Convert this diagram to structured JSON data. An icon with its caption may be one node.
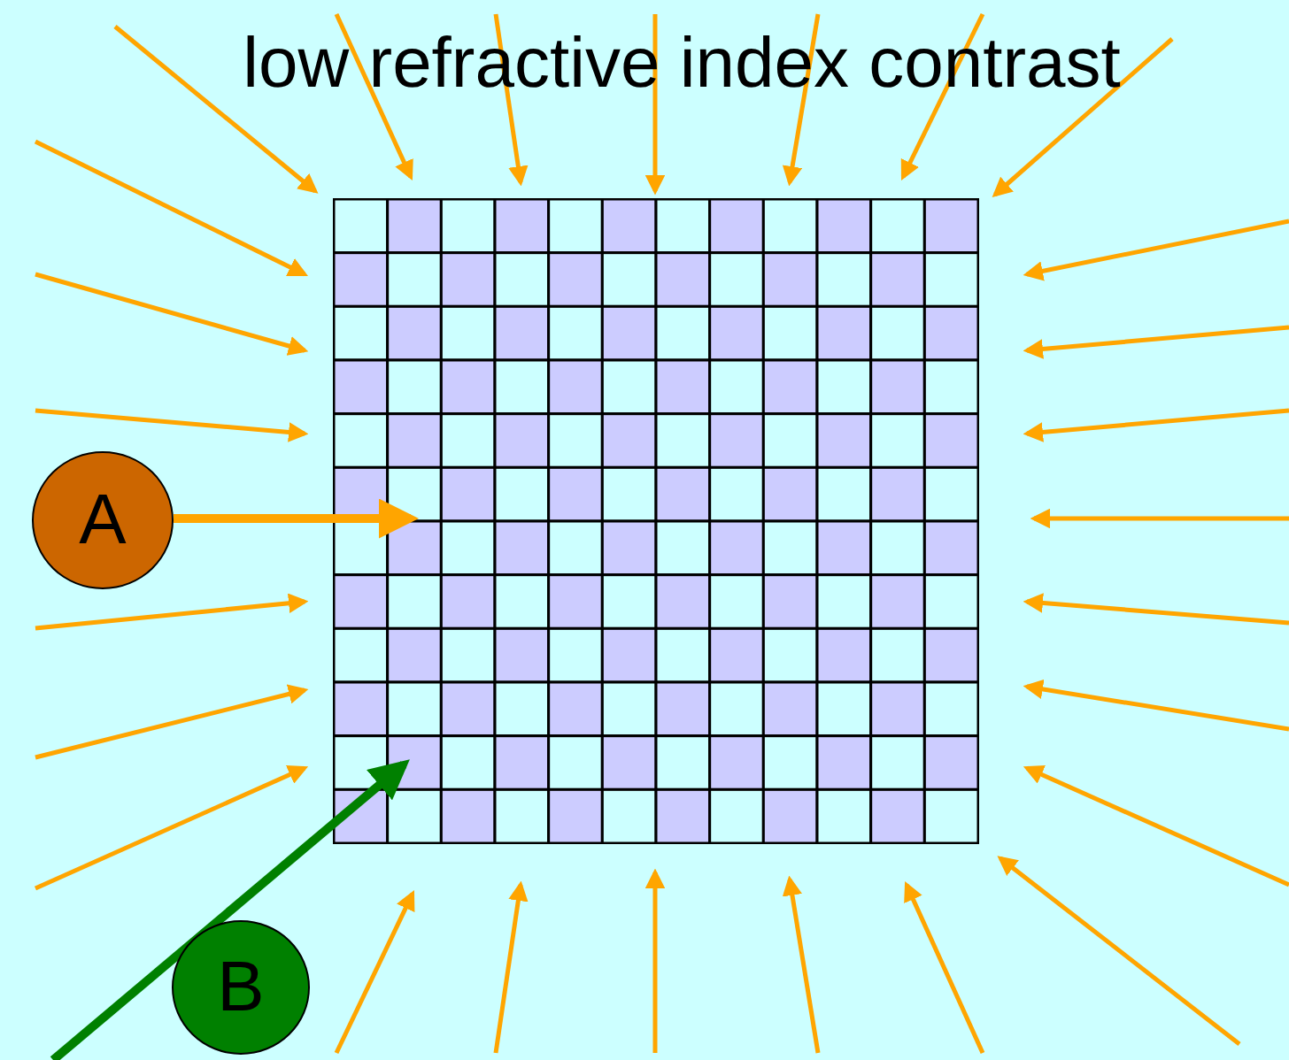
{
  "diagram": {
    "title": "low refractive index contrast",
    "nodes": [
      {
        "text": [],
        "shape": "picture"
      },
      {
        "text": [
          "A"
        ]
      },
      {
        "text": [
          "B"
        ]
      }
    ],
    "edges": [
      {
        "from": null,
        "to": 0,
        "arrow": "to"
      },
      {
        "from": null,
        "to": 0,
        "arrow": "to"
      },
      {
        "from": null,
        "to": 0,
        "arrow": "to"
      },
      {
        "from": null,
        "to": 0,
        "arrow": "to"
      },
      {
        "from": null,
        "to": 0,
        "arrow": "to"
      },
      {
        "from": null,
        "to": 0,
        "arrow": "to"
      },
      {
        "from": null,
        "to": 0,
        "arrow": "to"
      },
      {
        "from": null,
        "to": 0,
        "arrow": "to"
      },
      {
        "from": null,
        "to": 0,
        "arrow": "to"
      },
      {
        "from": null,
        "to": 0,
        "arrow": "to"
      },
      {
        "from": 1,
        "to": 0,
        "arrow": "to",
        "style": "thick"
      },
      {
        "from": null,
        "to": 0,
        "arrow": "to"
      },
      {
        "from": null,
        "to": 0,
        "arrow": "to"
      },
      {
        "from": null,
        "to": 0,
        "arrow": "to"
      },
      {
        "from": null,
        "to": 0,
        "arrow": "to"
      },
      {
        "from": null,
        "to": 0,
        "arrow": "to"
      },
      {
        "from": null,
        "to": 0,
        "arrow": "to"
      },
      {
        "from": null,
        "to": 0,
        "arrow": "to"
      },
      {
        "from": null,
        "to": 0,
        "arrow": "to"
      },
      {
        "from": null,
        "to": 0,
        "arrow": "to"
      },
      {
        "from": null,
        "to": 0,
        "arrow": "to"
      },
      {
        "from": null,
        "to": 0,
        "arrow": "to"
      },
      {
        "from": null,
        "to": 0,
        "arrow": "to"
      },
      {
        "from": null,
        "to": 0,
        "arrow": "to"
      },
      {
        "from": null,
        "to": 0,
        "arrow": "to"
      },
      {
        "from": null,
        "to": 0,
        "arrow": "to"
      },
      {
        "from": null,
        "to": 0,
        "arrow": "to"
      },
      {
        "from": null,
        "to": 0,
        "arrow": "to",
        "style": "thick",
        "color": "#008000"
      }
    ]
  }
}
